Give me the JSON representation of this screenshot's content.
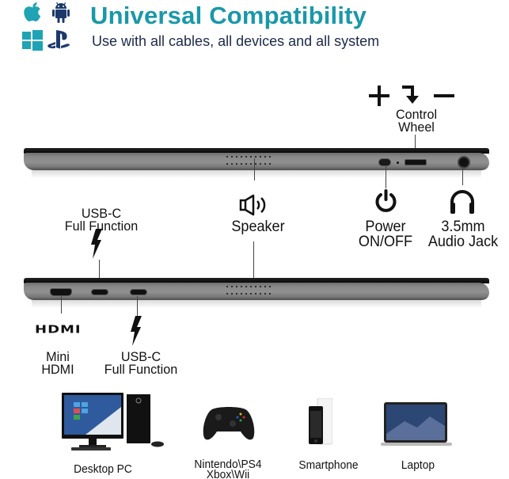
{
  "header": {
    "title": "Universal Compatibility",
    "subtitle": "Use with all cables, all devices and all system",
    "os_icons": [
      "apple-icon",
      "android-icon",
      "windows-icon",
      "playstation-icon"
    ],
    "colors": {
      "title": "#1a98a8",
      "subtitle": "#1b2a4a",
      "os_icon_teal": "#1fa3b5",
      "os_icon_navy": "#1b3a6b"
    }
  },
  "top_edge": {
    "control_symbols": {
      "plus": "+",
      "enter": "↴",
      "minus": "—"
    },
    "control_wheel_label": [
      "Control",
      "Wheel"
    ],
    "speaker_label": "Speaker",
    "power_label": [
      "Power",
      "ON/OFF"
    ],
    "audio_label": [
      "3.5mm",
      "Audio Jack"
    ]
  },
  "bottom_edge": {
    "usbc_top_label": [
      "USB-C",
      "Full Function"
    ],
    "hdmi_logo": "HDMI",
    "mini_hdmi_label": [
      "Mini",
      "HDMI"
    ],
    "usbc_bottom_label": [
      "USB-C",
      "Full Function"
    ]
  },
  "devices": [
    {
      "name": "Desktop PC",
      "icon": "desktop-pc-icon"
    },
    {
      "name": "Nintendo\\PS4",
      "name2": "Xbox\\Wii",
      "icon": "game-controller-icon"
    },
    {
      "name": "Smartphone",
      "icon": "smartphone-icon"
    },
    {
      "name": "Laptop",
      "icon": "laptop-icon"
    }
  ]
}
